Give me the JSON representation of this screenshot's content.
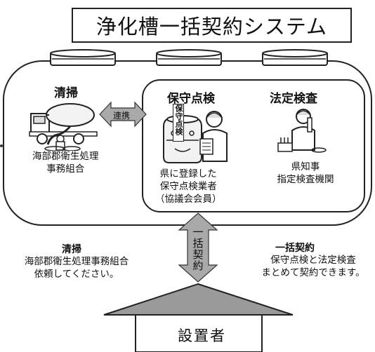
{
  "title": "浄化槽一括契約システム",
  "sections": {
    "cleaning": {
      "heading": "清掃",
      "lines": [
        "海部郡衛生処理",
        "事務組合"
      ]
    },
    "maintenance": {
      "heading": "保守点検",
      "sign_text": "保守点検",
      "lines": [
        "県に登録した",
        "保守点検業者",
        "（協議会会員）"
      ]
    },
    "legal_inspection": {
      "heading": "法定検査",
      "lines": [
        "県知事",
        "指定検査機関"
      ]
    }
  },
  "link_arrow_label": "連携",
  "bulk_arrow_label": "一括契約",
  "notes": {
    "left": {
      "heading": "清掃",
      "lines": [
        "海部郡衛生処理事務組合",
        "依頼してください。"
      ]
    },
    "right": {
      "heading": "一括契約",
      "lines": [
        "保守点検と法定検査",
        "まとめて契約できます。"
      ]
    }
  },
  "owner_label": "設置者",
  "colors": {
    "arrow_fill": "#a9a9a9",
    "roof_fill": "#9a9a9a",
    "line": "#222222"
  }
}
